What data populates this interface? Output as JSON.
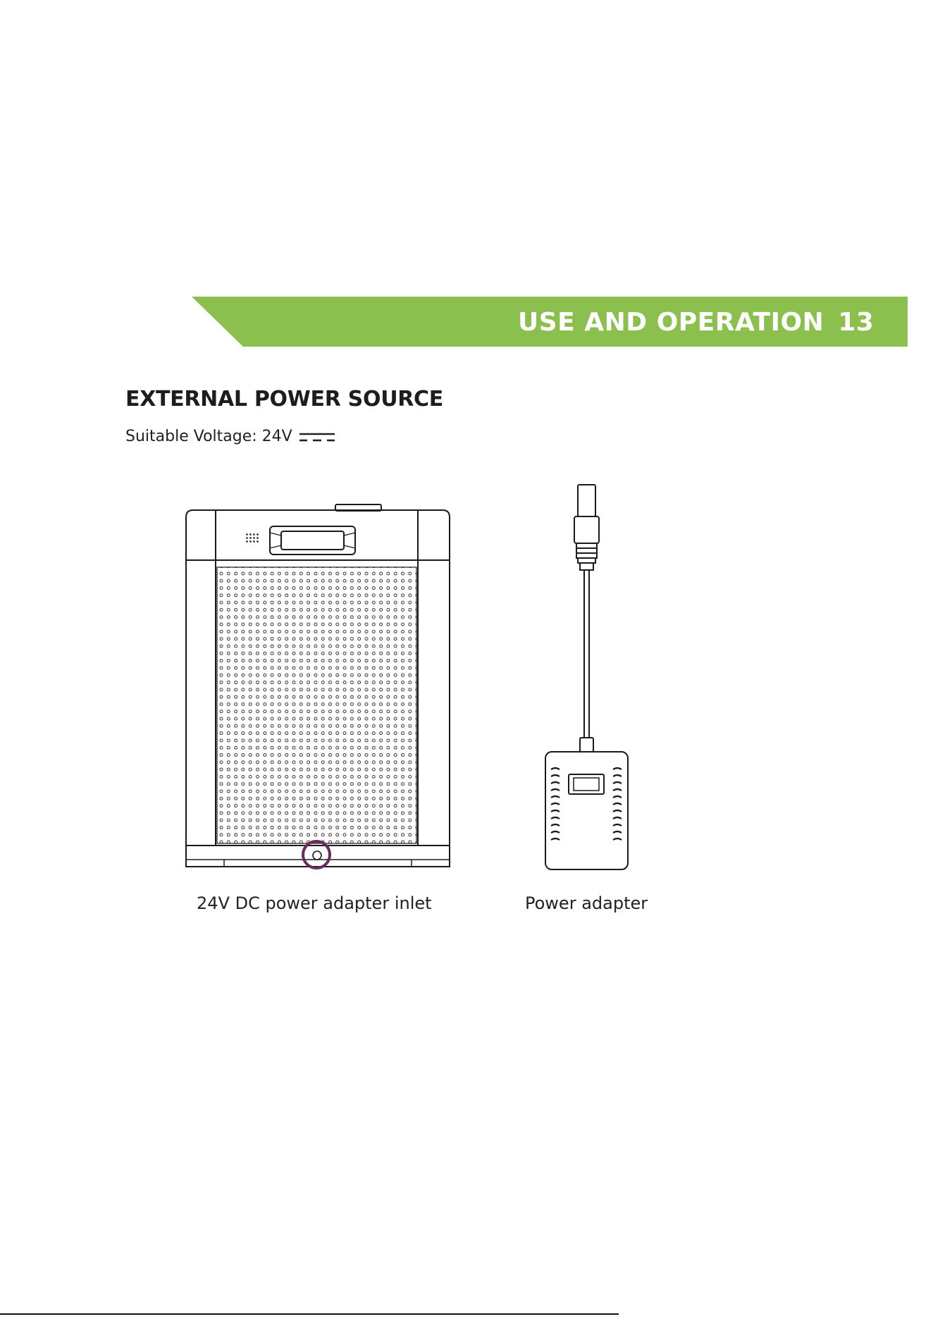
{
  "header": {
    "section_title": "USE AND OPERATION",
    "page_number": "13",
    "banner_color": "#8cc04e"
  },
  "content": {
    "heading": "EXTERNAL POWER SOURCE",
    "voltage_label": "Suitable Voltage: 24V",
    "dc_symbol_icon": "dc-current-symbol-icon"
  },
  "figures": {
    "unit_caption": "24V DC power adapter inlet",
    "adapter_caption": "Power adapter",
    "highlight_color": "#6b2a5e",
    "unit_icon": "air-purifier-unit-illustration",
    "adapter_icon": "power-adapter-illustration"
  }
}
